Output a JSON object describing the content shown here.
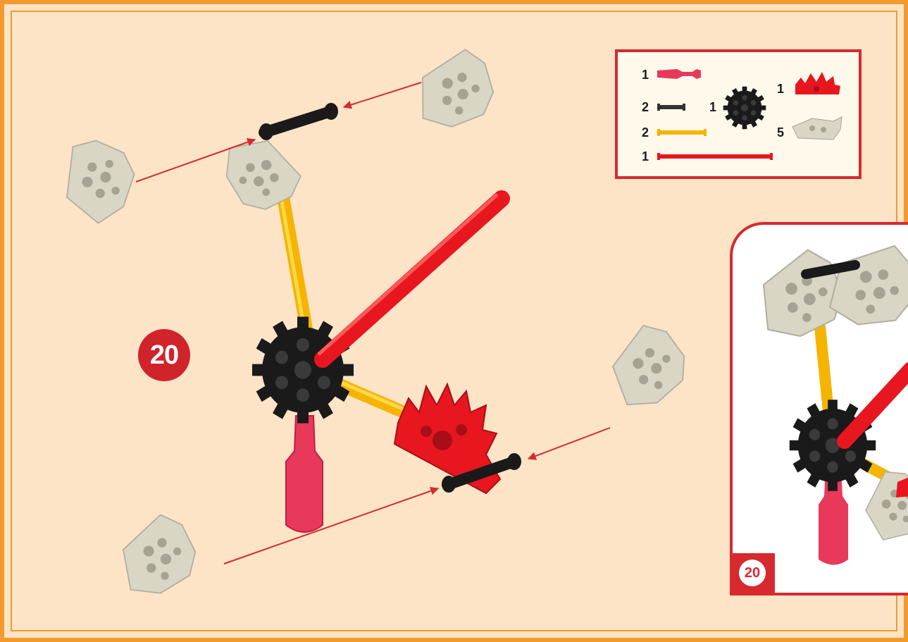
{
  "step": {
    "number": "20"
  },
  "parts_list": {
    "items": [
      {
        "qty": "1",
        "part": "red-connector-end",
        "icon": "pink-rod-icon"
      },
      {
        "qty": "2",
        "part": "short-black-rod",
        "icon": "black-rod-icon"
      },
      {
        "qty": "2",
        "part": "yellow-rod",
        "icon": "yellow-rod-icon"
      },
      {
        "qty": "1",
        "part": "long-red-rod",
        "icon": "red-rod-icon"
      },
      {
        "qty": "1",
        "part": "black-gear-connector",
        "icon": "black-gear-icon"
      },
      {
        "qty": "1",
        "part": "red-half-gear-connector",
        "icon": "red-gear-icon"
      },
      {
        "qty": "5",
        "part": "gray-corner-connector",
        "icon": "gray-connector-icon"
      }
    ]
  },
  "preview": {
    "step_label": "20"
  },
  "colors": {
    "border_orange": "#f29a2e",
    "background_cream": "#fde4c6",
    "accent_red": "#d62a2f",
    "rod_yellow": "#f5b400",
    "rod_red": "#e8161f",
    "connector_gray": "#d9d6c6",
    "gear_black": "#1a1a1a",
    "end_pink": "#e8395a"
  }
}
